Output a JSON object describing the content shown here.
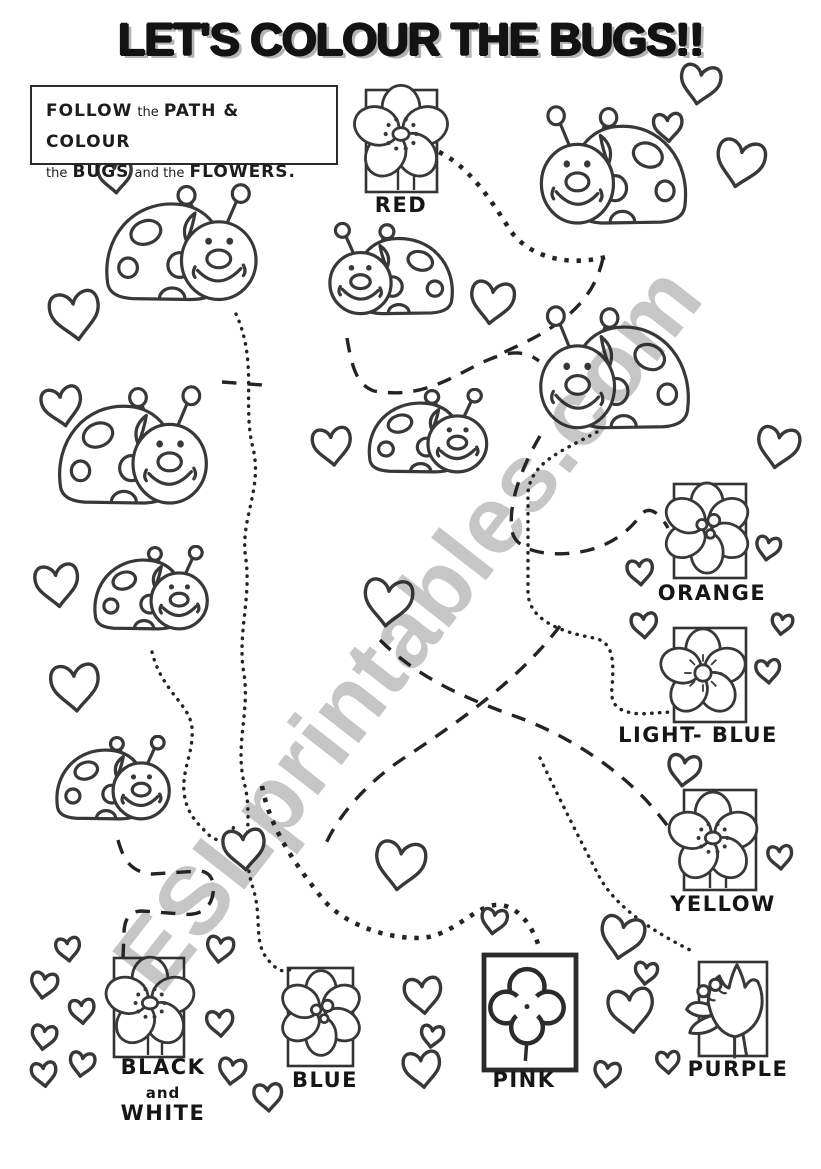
{
  "title": "LET'S COLOUR THE BUGS!!",
  "instructions": {
    "w1": "FOLLOW",
    "w2": "the",
    "w3": "PATH & COLOUR",
    "w4": "the",
    "w5": "BUGS",
    "w6": "and the",
    "w7": "FLOWERS."
  },
  "swatches": {
    "red": {
      "label": "RED",
      "flower": "five-petal-flower-dot-ring-center"
    },
    "orange": {
      "label": "ORANGE",
      "flower": "six-petal-flower-three-dot-center"
    },
    "light_blue": {
      "label": "LIGHT- BLUE",
      "flower": "five-petal-flower-sun-center"
    },
    "yellow": {
      "label": "YELLOW",
      "flower": "five-petal-flower-dot-ring-center"
    },
    "purple": {
      "label": "PURPLE",
      "flower": "tulip"
    },
    "pink": {
      "label": "PINK",
      "flower": "four-lobe-clover-flower"
    },
    "blue": {
      "label": "BLUE",
      "flower": "six-petal-flower-three-dot-center"
    },
    "black_white": {
      "label_line1": "BLACK",
      "label_line2": "and",
      "label_line3": "WHITE",
      "flower": "five-petal-flower-dot-ring-center"
    }
  },
  "watermark": "ESLprintables.com",
  "colors": {
    "ink": "#383838",
    "watermark": "#c5c5c5",
    "title_shadow": "#b4b4b4",
    "paper": "#ffffff"
  },
  "counts": {
    "ladybugs": 8,
    "hearts": 40
  }
}
